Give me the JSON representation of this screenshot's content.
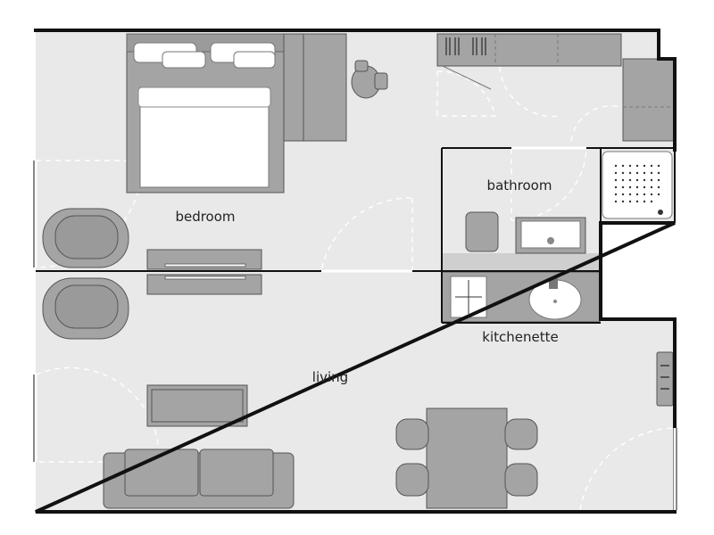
{
  "rooms": {
    "bedroom": "bedroom",
    "bathroom": "bathroom",
    "kitchenette": "kitchenette",
    "living": "living"
  },
  "colors": {
    "floor": "#e9e9e9",
    "furniture": "#a4a4a4",
    "wall": "#111111",
    "fixture": "#ffffff"
  }
}
